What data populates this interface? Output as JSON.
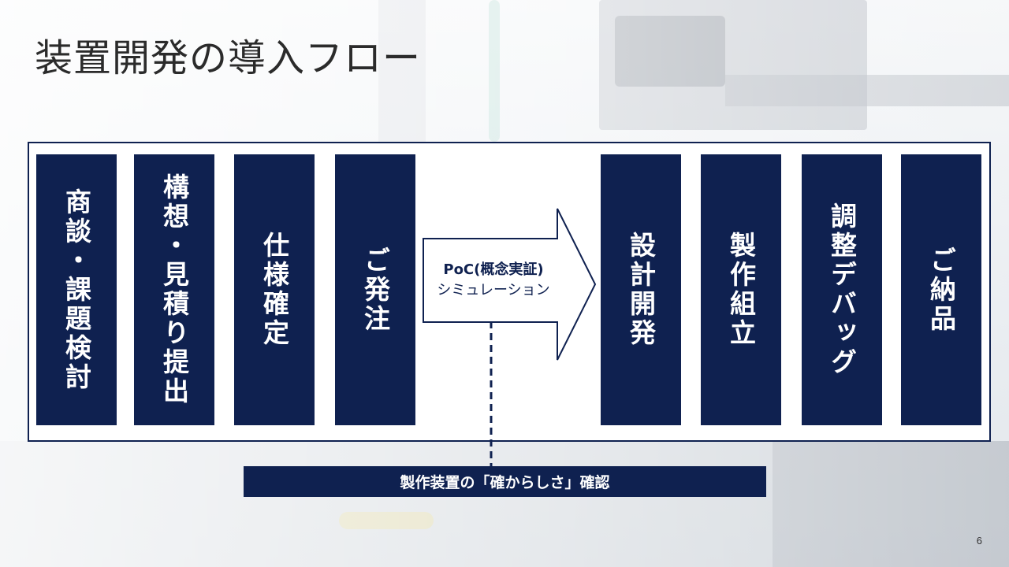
{
  "slide": {
    "title": "装置開発の導入フロー",
    "page_number": "6"
  },
  "flow": {
    "steps_before": [
      {
        "label": "商談・課題検討"
      },
      {
        "label": "構想・見積り提出"
      },
      {
        "label": "仕様確定"
      },
      {
        "label": "ご発注"
      }
    ],
    "arrow": {
      "line1": "PoC(概念実証)",
      "line2": "シミュレーション"
    },
    "steps_after": [
      {
        "label": "設計開発"
      },
      {
        "label": "製作組立"
      },
      {
        "label": "調整デバッグ"
      },
      {
        "label": "ご納品"
      }
    ]
  },
  "confirmation": {
    "label": "製作装置の「確からしさ」確認"
  },
  "colors": {
    "navy": "#0f2150",
    "white": "#ffffff"
  }
}
